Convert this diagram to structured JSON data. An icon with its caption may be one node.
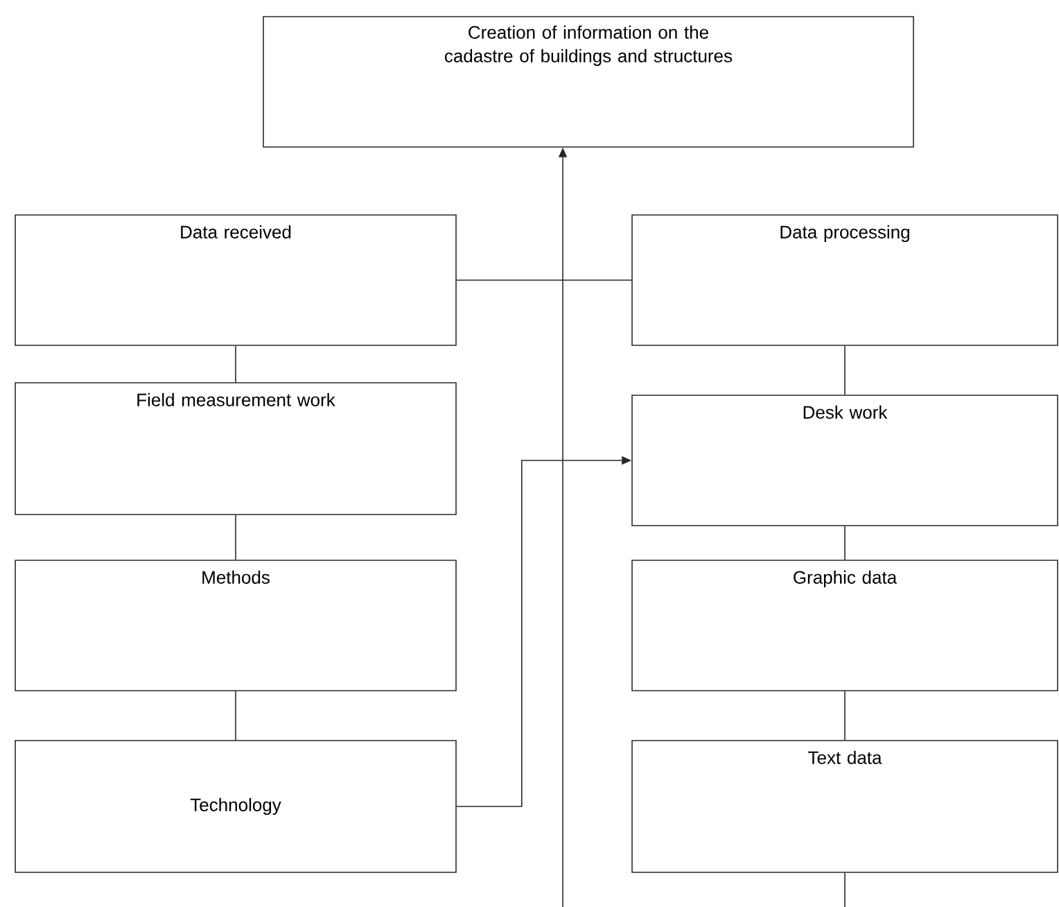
{
  "diagram": {
    "nodes": [
      {
        "text": [
          "Creation of information on the cadastre of buildings and structures"
        ]
      },
      {
        "text": [
          "Data received"
        ]
      },
      {
        "text": [
          "Field measurement work"
        ]
      },
      {
        "text": [
          "Methods"
        ]
      },
      {
        "text": [
          "Technology"
        ]
      },
      {
        "text": [
          "Data processing"
        ]
      },
      {
        "text": [
          "Desk work"
        ]
      },
      {
        "text": [
          "Graphic data"
        ]
      },
      {
        "text": [
          "Text data"
        ]
      }
    ],
    "edges": [
      {
        "from": null,
        "to": 0,
        "arrow": "to"
      },
      {
        "from": 1,
        "to": 5,
        "arrow": "none"
      },
      {
        "from": 1,
        "to": 2,
        "arrow": "none"
      },
      {
        "from": 2,
        "to": 3,
        "arrow": "none"
      },
      {
        "from": 3,
        "to": 4,
        "arrow": "none"
      },
      {
        "from": 4,
        "to": 6,
        "arrow": "to"
      },
      {
        "from": 5,
        "to": 6,
        "arrow": "none"
      },
      {
        "from": 6,
        "to": 7,
        "arrow": "none"
      },
      {
        "from": 7,
        "to": 8,
        "arrow": "none"
      },
      {
        "from": 8,
        "to": null,
        "arrow": "none"
      }
    ]
  }
}
